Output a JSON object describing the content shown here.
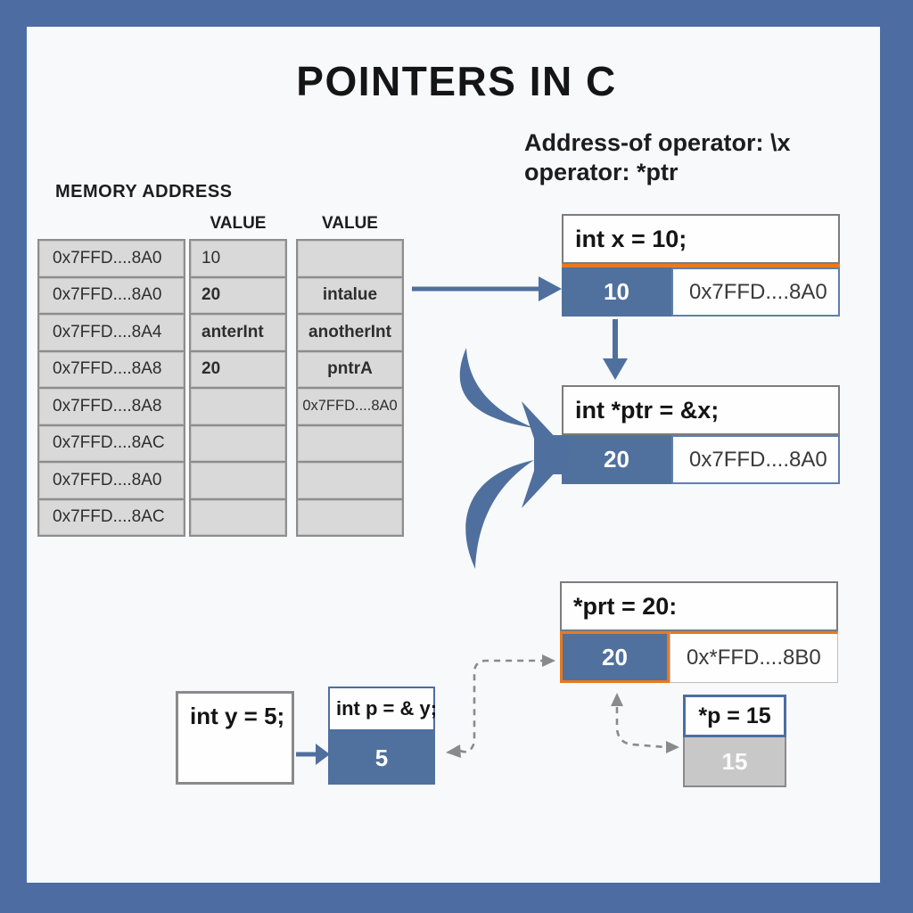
{
  "title": "POINTERS IN C",
  "note": {
    "line1": "Address-of operator: \\x",
    "line2": "operator: *ptr"
  },
  "memory_table": {
    "label": "MEMORY ADDRESS",
    "value_header_1": "VALUE",
    "value_header_2": "VALUE",
    "rows": [
      {
        "address": "0x7FFD....8A0",
        "value1": "10",
        "value2": ""
      },
      {
        "address": "0x7FFD....8A0",
        "value1": "20",
        "value2": "intalue"
      },
      {
        "address": "0x7FFD....8A4",
        "value1": "anterInt",
        "value2": "anotherInt"
      },
      {
        "address": "0x7FFD....8A8",
        "value1": "20",
        "value2": "pntrA"
      },
      {
        "address": "0x7FFD....8A8",
        "value1": "",
        "value2": "0x7FFD....8A0"
      },
      {
        "address": "0x7FFD....8AC",
        "value1": "",
        "value2": ""
      },
      {
        "address": "0x7FFD....8A0",
        "value1": "",
        "value2": ""
      },
      {
        "address": "0x7FFD....8AC",
        "value1": "",
        "value2": ""
      }
    ]
  },
  "boxes": {
    "x": {
      "code": "int x = 10;",
      "value": "10",
      "address": "0x7FFD....8A0"
    },
    "ptr": {
      "code": "int *ptr = &x;",
      "value": "20",
      "address": "0x7FFD....8A0"
    },
    "deref_ptr": {
      "code": "*prt = 20:",
      "value": "20",
      "address": "0x*FFD....8B0"
    },
    "y": {
      "code": "int y = 5;"
    },
    "p": {
      "code": "int p = & y;",
      "value": "5"
    },
    "deref_p": {
      "code": "*p = 15",
      "value": "15"
    }
  },
  "colors": {
    "frame_blue": "#4d6da2",
    "cell_blue": "#50719d",
    "accent_orange": "#e8791f",
    "memory_cell_gray": "#d9d9d9",
    "dashed_arrow_gray": "#8a8a8a"
  }
}
